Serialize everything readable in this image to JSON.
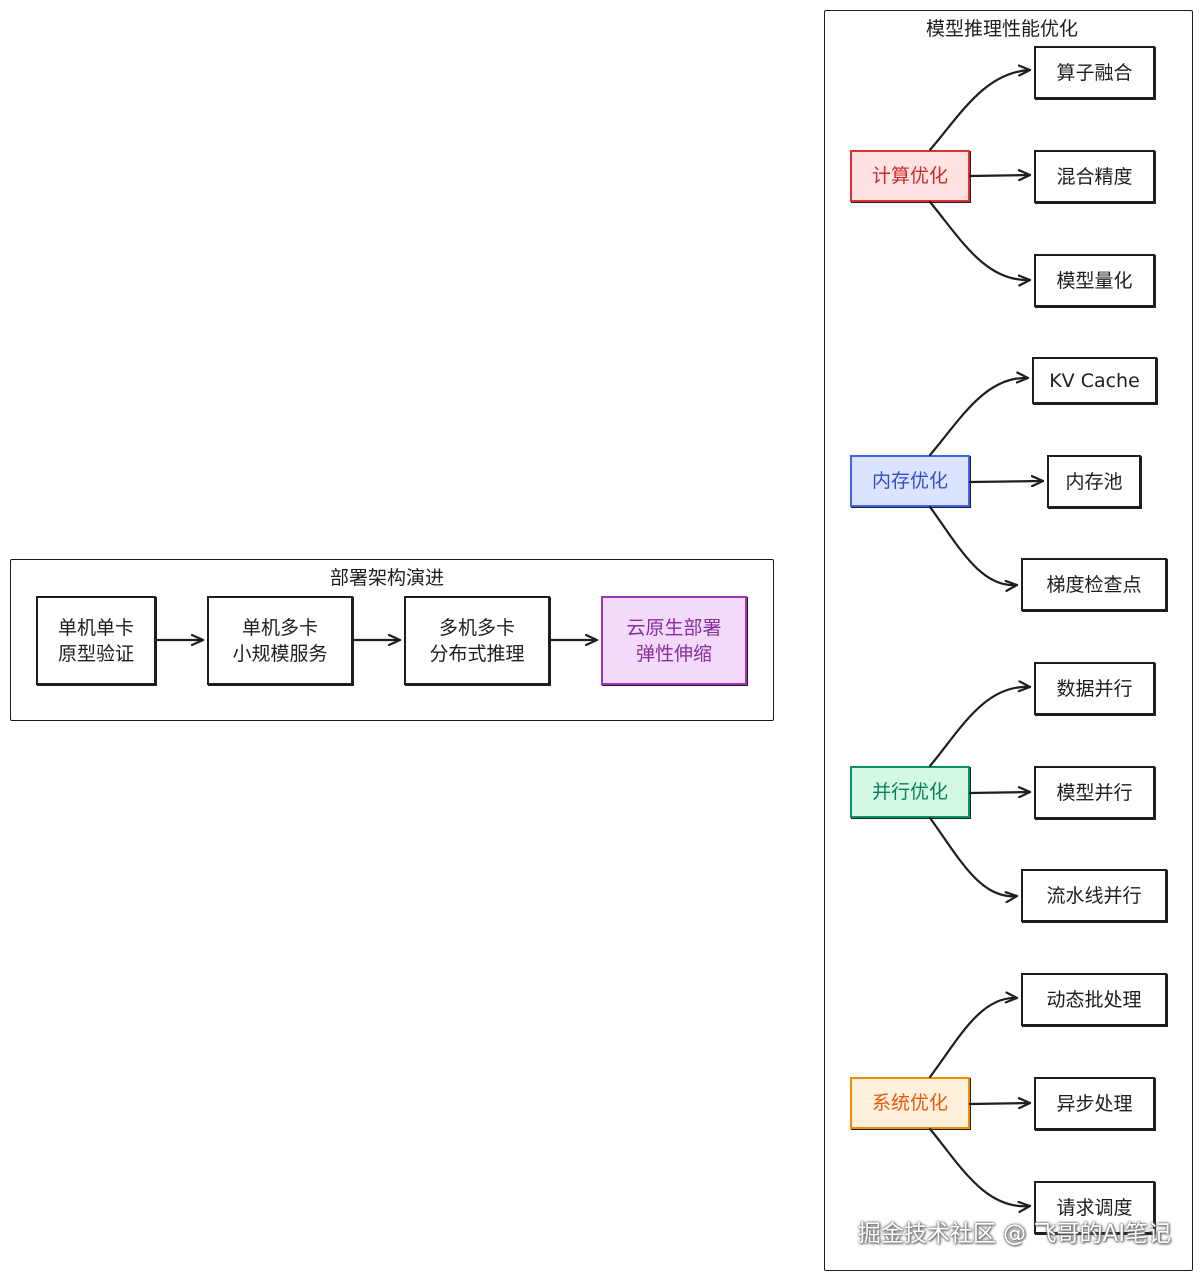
{
  "deploy": {
    "title": "部署架构演进",
    "stages": [
      {
        "line1": "单机单卡",
        "line2": "原型验证"
      },
      {
        "line1": "单机多卡",
        "line2": "小规模服务"
      },
      {
        "line1": "多机多卡",
        "line2": "分布式推理"
      },
      {
        "line1": "云原生部署",
        "line2": "弹性伸缩"
      }
    ]
  },
  "optimize": {
    "title": "模型推理性能优化",
    "groups": [
      {
        "label": "计算优化",
        "color": "#e03131",
        "items": [
          "算子融合",
          "混合精度",
          "模型量化"
        ]
      },
      {
        "label": "内存优化",
        "color": "#4263eb",
        "items": [
          "KV Cache",
          "内存池",
          "梯度检查点"
        ]
      },
      {
        "label": "并行优化",
        "color": "#099268",
        "items": [
          "数据并行",
          "模型并行",
          "流水线并行"
        ]
      },
      {
        "label": "系统优化",
        "color": "#f08c00",
        "items": [
          "动态批处理",
          "异步处理",
          "请求调度"
        ]
      }
    ]
  },
  "watermark": "掘金技术社区 @ 飞哥的AI笔记"
}
